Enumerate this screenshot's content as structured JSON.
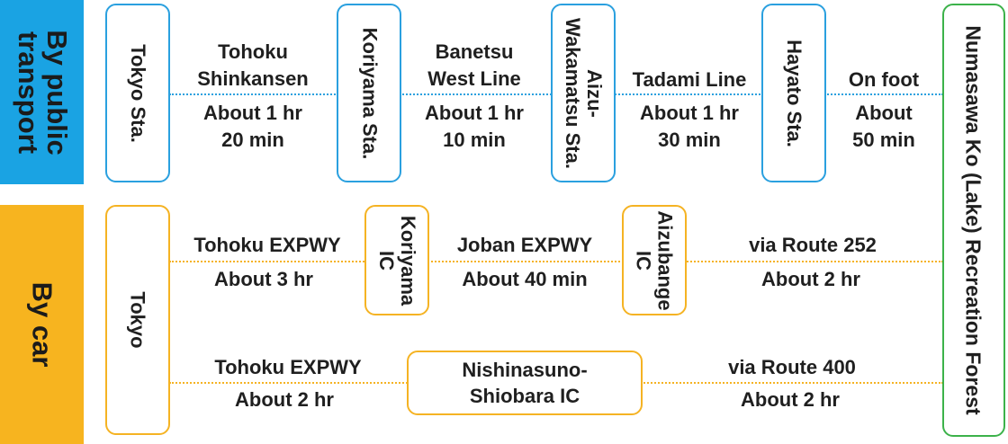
{
  "public": {
    "band_label": "By public\ntransport",
    "stations": [
      "Tokyo Sta.",
      "Koriyama Sta.",
      "Aizu-\nWakamatsu Sta.",
      "Hayato Sta."
    ],
    "legs": [
      {
        "route": "Tohoku\nShinkansen",
        "time": "About 1 hr\n20 min"
      },
      {
        "route": "Banetsu\nWest Line",
        "time": "About 1 hr\n10 min"
      },
      {
        "route": "Tadami Line",
        "time": "About 1 hr\n30 min"
      },
      {
        "route": "On foot",
        "time": "About\n50 min"
      }
    ]
  },
  "car": {
    "band_label": "By car",
    "origin": "Tokyo",
    "route1": {
      "interchanges": [
        "Koriyama\nIC",
        "Aizubange\nIC"
      ],
      "legs": [
        {
          "route": "Tohoku EXPWY",
          "time": "About 3 hr"
        },
        {
          "route": "Joban EXPWY",
          "time": "About 40 min"
        },
        {
          "route": "via Route 252",
          "time": "About 2 hr"
        }
      ]
    },
    "route2": {
      "interchange": "Nishinasuno-\nShiobara IC",
      "legs": [
        {
          "route": "Tohoku EXPWY",
          "time": "About 2 hr"
        },
        {
          "route": "via Route 400",
          "time": "About 2 hr"
        }
      ]
    }
  },
  "destination": "Numasawa Ko (Lake) Recreation Forest",
  "colors": {
    "public_band": "#1aa3e3",
    "car_band": "#f7b41f",
    "public_border": "#2aa0df",
    "car_border": "#f5b323",
    "destination_border": "#3cb24a"
  }
}
